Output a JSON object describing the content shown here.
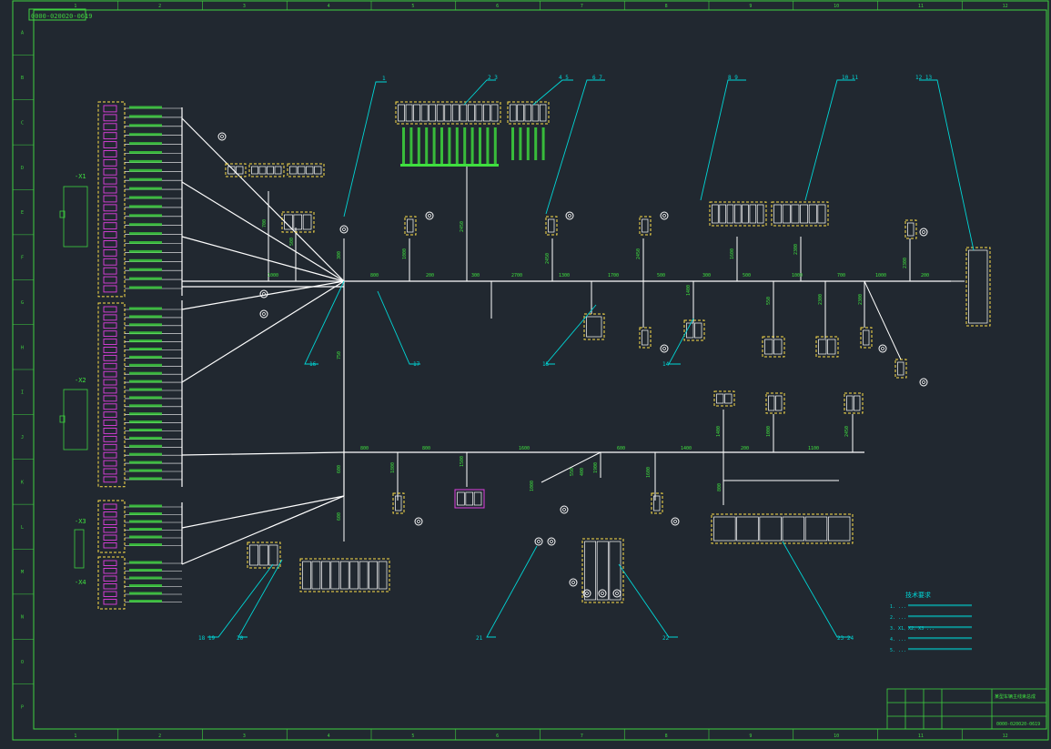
{
  "drawing_number": "0000-020020-0619",
  "colors": {
    "background": "#212830",
    "frame": "#3fd23f",
    "wire": "#ffffff",
    "leader": "#00d6d6",
    "connector": "#ffe04a",
    "pin": "#e040e0",
    "label": "#3fe03f"
  },
  "border": {
    "columns": [
      "1",
      "2",
      "3",
      "4",
      "5",
      "6",
      "7",
      "8",
      "9",
      "10",
      "11",
      "12"
    ],
    "rows": [
      "A",
      "B",
      "C",
      "D",
      "E",
      "F",
      "G",
      "H",
      "I",
      "J",
      "K",
      "L",
      "M",
      "N",
      "O",
      "P"
    ]
  },
  "connectors": [
    {
      "id": "X1",
      "label": "-X1"
    },
    {
      "id": "X2",
      "label": "-X2"
    },
    {
      "id": "X3",
      "label": "-X3"
    },
    {
      "id": "X4",
      "label": "-X4"
    }
  ],
  "segment_lengths": {
    "main": [
      "1000",
      "800",
      "200",
      "300",
      "2700",
      "1300",
      "1700",
      "500",
      "300",
      "500",
      "1000",
      "700",
      "1000",
      "200"
    ],
    "lower": [
      "800",
      "800",
      "1600",
      "600",
      "1400",
      "200",
      "1100"
    ],
    "verticals": [
      "700",
      "500",
      "300",
      "1000",
      "2450",
      "2450",
      "2450",
      "1400",
      "1600",
      "550",
      "2300",
      "2300",
      "2300",
      "2300",
      "750",
      "600",
      "600",
      "1600",
      "1400",
      "1000",
      "2450",
      "1800",
      "1500",
      "1000",
      "1900",
      "550",
      "400",
      "800"
    ]
  },
  "callouts": [
    "1",
    "2 3",
    "4 5",
    "6 7",
    "8 9",
    "10 11",
    "12 13",
    "14",
    "15",
    "16",
    "17",
    "18 19",
    "20",
    "21",
    "22",
    "23 24"
  ],
  "technical_requirements": {
    "title": "技术要求",
    "items": [
      "1. ...",
      "2. ...",
      "3. X1、X2、X3 ...",
      "4. ...",
      "5. ..."
    ]
  },
  "title_block": {
    "name": "某型车辆主线束总成",
    "drawing_no": "0000-020020-0619"
  }
}
